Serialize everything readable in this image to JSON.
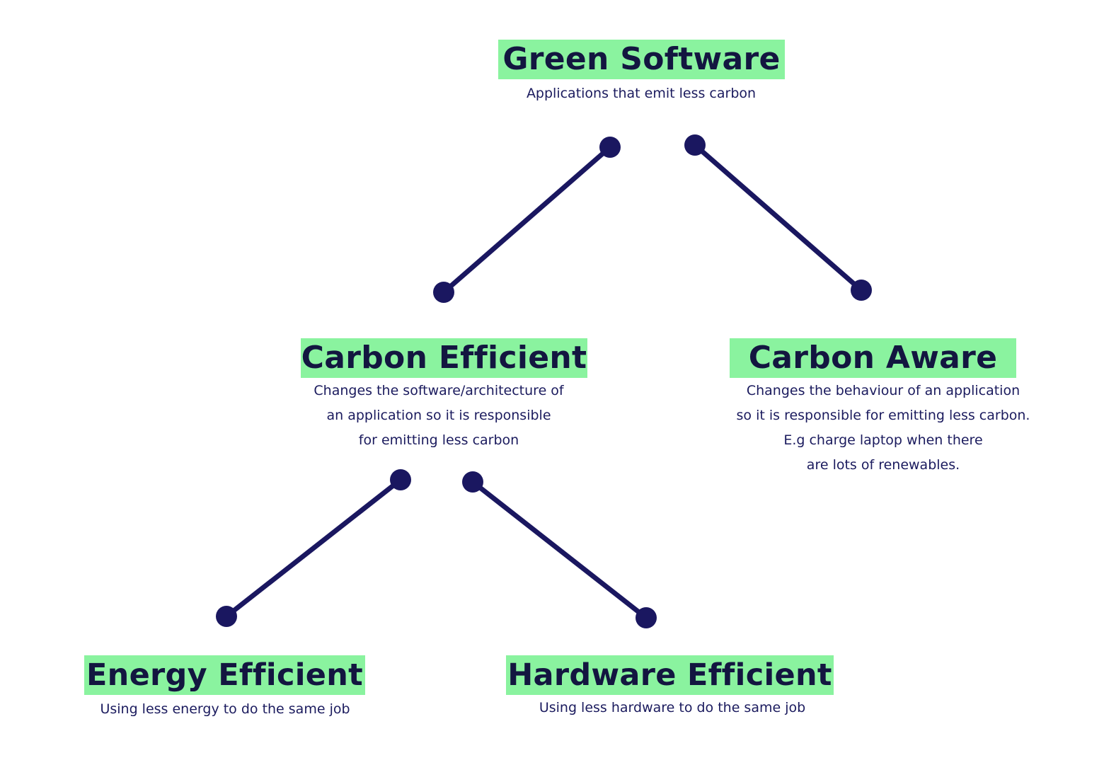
{
  "colors": {
    "highlight": "#8af39f",
    "title_text": "#131640",
    "body_text": "#1b1b5e",
    "connector": "#1a1760"
  },
  "nodes": {
    "green_software": {
      "title": "Green Software",
      "lines": [
        "Applications that emit less carbon"
      ]
    },
    "carbon_efficient": {
      "title": "Carbon Efficient",
      "lines": [
        "Changes the software/architecture of",
        "an application so it is responsible",
        "for emitting less carbon"
      ]
    },
    "carbon_aware": {
      "title": "Carbon Aware",
      "lines": [
        "Changes the behaviour of an application",
        "so it is responsible for emitting less carbon.",
        "E.g charge laptop when there",
        "are lots of renewables."
      ]
    },
    "energy_efficient": {
      "title": "Energy Efficient",
      "lines": [
        "Using less energy to do the same job"
      ]
    },
    "hardware_efficient": {
      "title": "Hardware Efficient",
      "lines": [
        "Using less hardware to do the same job"
      ]
    }
  }
}
